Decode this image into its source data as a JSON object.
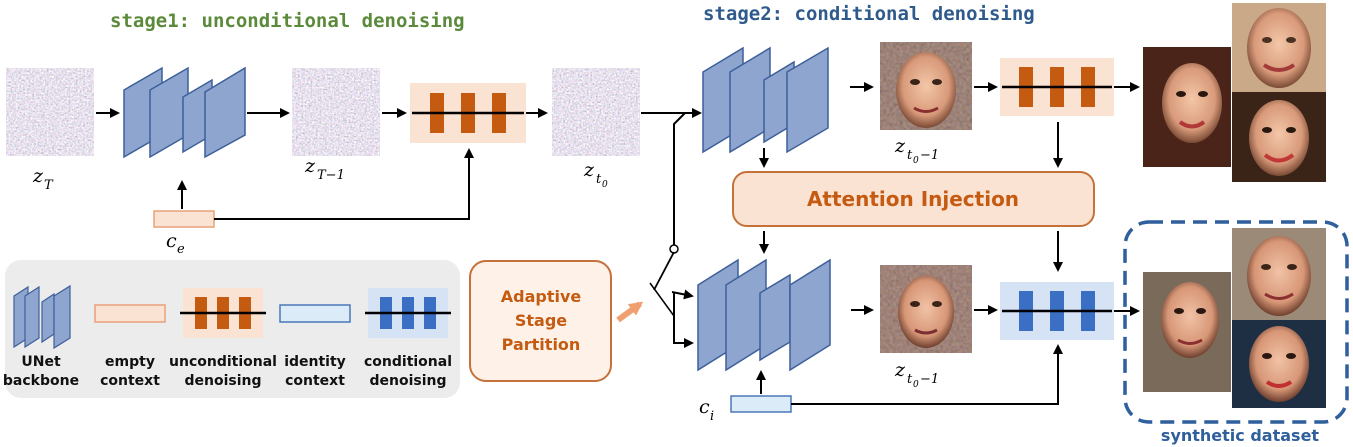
{
  "stage1": {
    "title": "stage1: unconditional denoising"
  },
  "stage2": {
    "title": "stage2: conditional denoising"
  },
  "latents": {
    "zT": {
      "base": "z",
      "sub": "T"
    },
    "zT1": {
      "base": "z",
      "sub": "T−1"
    },
    "zt0": {
      "base": "z",
      "sub": "t",
      "subsub": "0"
    },
    "zt01_top": {
      "base": "z",
      "sub": "t",
      "subsub": "0",
      "tail": "−1"
    },
    "zt01_bottom": {
      "base": "z",
      "sub": "t",
      "subsub": "0",
      "tail": "−1"
    }
  },
  "contexts": {
    "ce": {
      "base": "c",
      "sub": "e"
    },
    "ci": {
      "base": "c",
      "sub": "i"
    }
  },
  "attention": {
    "label": "Attention Injection"
  },
  "adaptive": {
    "line1": "Adaptive",
    "line2": "Stage",
    "line3": "Partition"
  },
  "legend": {
    "unet": {
      "line1": "UNet",
      "line2": "backbone"
    },
    "empty": {
      "line1": "empty",
      "line2": "context"
    },
    "uncond": {
      "line1": "unconditional",
      "line2": "denoising"
    },
    "identity": {
      "line1": "identity",
      "line2": "context"
    },
    "cond": {
      "line1": "conditional",
      "line2": "denoising"
    }
  },
  "dataset": {
    "label": "synthetic dataset"
  },
  "colors": {
    "stage1_title": "#5b8a3a",
    "stage2_title": "#2f5a8c",
    "unet_face": "#8ea6cf",
    "unet_edge": "#3d5f9a",
    "orange_block": "#c55a11",
    "orange_bg": "#fbe3d3",
    "blue_block": "#3a6fc4",
    "blue_bg": "#d6e3f5",
    "attention_fill": "#fbe3d3",
    "attention_stroke": "#c5713a",
    "attention_text": "#c55a11",
    "adaptive_text": "#c55a11",
    "legend_bg": "#ececec",
    "dataset_stroke": "#2f5f9c",
    "dataset_text": "#2f5f9c"
  }
}
